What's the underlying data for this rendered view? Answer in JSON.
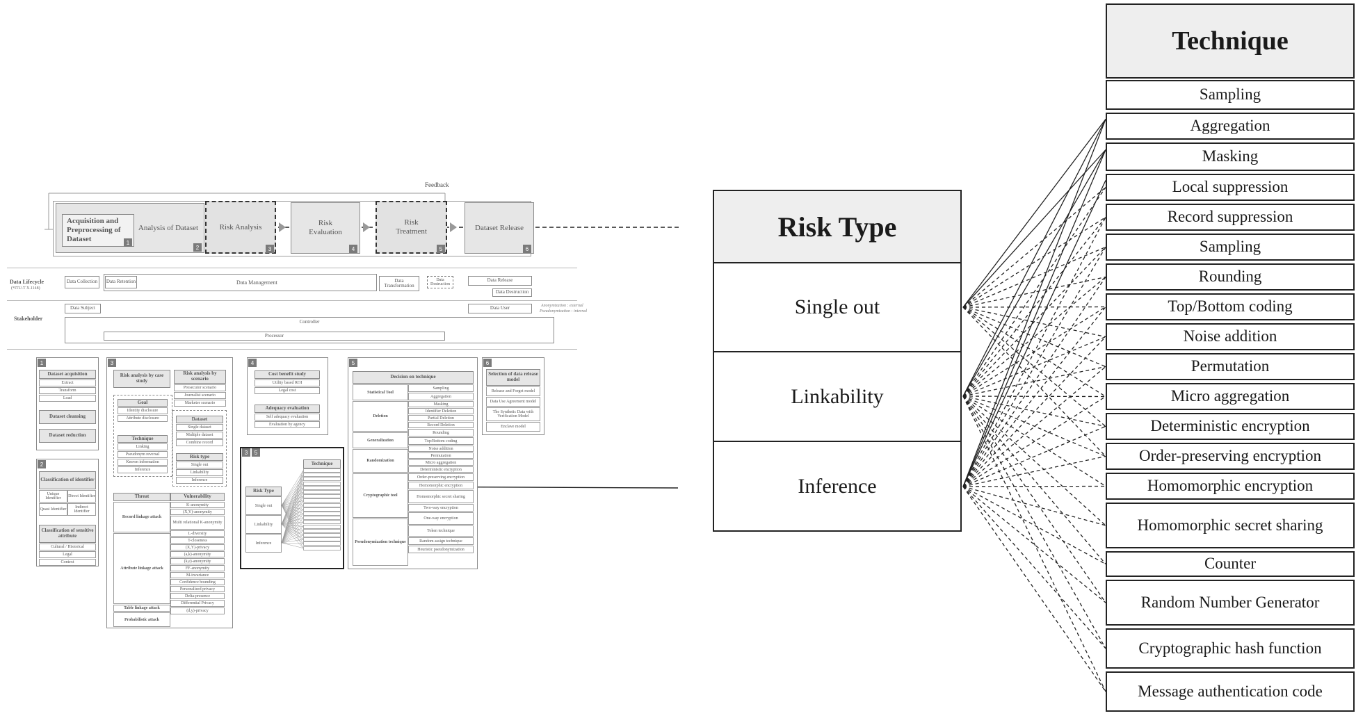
{
  "process": {
    "feedback": "Feedback",
    "steps": [
      {
        "label": "Acquisition and Preprocessing of Dataset",
        "num": "1"
      },
      {
        "label": "Analysis of Dataset",
        "num": "2"
      },
      {
        "label": "Risk Analysis",
        "num": "3"
      },
      {
        "label": "Risk Evaluation",
        "num": "4"
      },
      {
        "label": "Risk Treatment",
        "num": "5"
      },
      {
        "label": "Dataset Release",
        "num": "6"
      }
    ]
  },
  "lifecycle": {
    "label": "Data Lifecycle",
    "sublabel": "(*ITU-T X.1148)",
    "collection": "Data Collection",
    "retention": "Data Retention",
    "management": "Data Management",
    "transformation": "Data Transformation",
    "destruction_dashed": "Data Destruction",
    "release": "Data Release",
    "destruction": "Data Destruction"
  },
  "stakeholder": {
    "label": "Stakeholder",
    "subject": "Data Subject",
    "user": "Data User",
    "note1": "Anonymization : external",
    "note2": "Pseudonymization : internal",
    "controller": "Controller",
    "processor": "Processor"
  },
  "panel1": {
    "num": "1",
    "acq": "Dataset acquisition",
    "items": [
      "Extract",
      "Transform",
      "Load"
    ],
    "cleaning": "Dataset cleansing",
    "reduction": "Dataset reduction"
  },
  "panel2": {
    "num": "2",
    "class_id": "Classification of identifier",
    "ids": [
      "Unique Identifier",
      "Direct Identifier",
      "Quasi Identifier",
      "Indirect Identifier"
    ],
    "class_attr": "Classification of sensitive attribute",
    "attrs": [
      "Cultural / Historical",
      "Legal",
      "Context"
    ]
  },
  "panel3": {
    "num": "3",
    "case": "Risk analysis by case study",
    "scenario": "Risk analysis by scenario",
    "scenarios": [
      "Prosecutor scenario",
      "Journalist scenario",
      "Marketer scenario"
    ],
    "goal": "Goal",
    "goals": [
      "Identity disclosure",
      "Attribute disclosure"
    ],
    "technique": "Technique",
    "techniques": [
      "Linking",
      "Pseudonym reversal",
      "Known information",
      "Inference"
    ],
    "dataset": "Dataset",
    "datasets": [
      "Single dataset",
      "Multiple dataset",
      "Combine record"
    ],
    "risk_type": "Risk type",
    "risk_types": [
      "Single out",
      "Linkability",
      "Inference"
    ],
    "threat": "Threat",
    "vulnerability": "Vulnerability",
    "threats": [
      "Record linkage attack",
      "Attribute linkage attack",
      "Table linkage attack",
      "Probabilistic attack"
    ],
    "vulns": [
      "K-anonymity",
      "(X,Y)-anonymity",
      "Multi relational K-anonymity",
      "L-diversity",
      "T-closeness",
      "(X,Y)-privacy",
      "(a,k)-anonymity",
      "(k,e)-anonymity",
      "FF-anonymity",
      "M-invariance",
      "Confidence bounding",
      "Personalized privacy",
      "Delta-presence",
      "Differential Privacy",
      "(d,y)-privacy"
    ]
  },
  "panel4": {
    "num": "4",
    "cost": "Cost benefit study",
    "costs": [
      "Utility based ROI",
      "Legal cost"
    ],
    "adequacy": "Adequacy evaluation",
    "adequacies": [
      "Self adequacy evaluation",
      "Evaluation by agency"
    ]
  },
  "panel5": {
    "num": "5",
    "decision": "Decision on technique",
    "groups": [
      "Statistical Tool",
      "Deletion",
      "Generalization",
      "Randomization",
      "Cryptographic tool",
      "Pseudonymization technique"
    ],
    "techs": [
      "Sampling",
      "Aggregation",
      "Masking",
      "Identifier Deletion",
      "Partial Deletion",
      "Record Deletion",
      "Rounding",
      "Top/Bottom coding",
      "Noise addition",
      "Permutation",
      "Micro aggregation",
      "Deterministic encryption",
      "Order-preserving encryption",
      "Homomorphic encryption",
      "Homomorphic secret sharing",
      "Two-way encryption",
      "One-way encryption",
      "Token technique",
      "Random assign technique",
      "Heuristic pseudonymization"
    ]
  },
  "panel6": {
    "num": "6",
    "selection": "Selection of data release model",
    "models": [
      "Release and Forget model",
      "Data Use Agreement model",
      "The Synthetic Data with Verification Model",
      "Enclave model"
    ]
  },
  "mini": {
    "nums": [
      "3",
      "5"
    ],
    "risk_type": "Risk Type",
    "risks": [
      "Single out",
      "Linkability",
      "Inference"
    ],
    "technique": "Technique"
  },
  "zoom": {
    "risk_type_header": "Risk Type",
    "risk_types": [
      "Single out",
      "Linkability",
      "Inference"
    ],
    "technique_header": "Technique",
    "techniques": [
      "Sampling",
      "Aggregation",
      "Masking",
      "Local suppression",
      "Record suppression",
      "Sampling",
      "Rounding",
      "Top/Bottom coding",
      "Noise addition",
      "Permutation",
      "Micro aggregation",
      "Deterministic encryption",
      "Order-preserving encryption",
      "Homomorphic encryption",
      "Homomorphic secret sharing",
      "Counter",
      "Random Number Generator",
      "Cryptographic hash function",
      "Message authentication code"
    ]
  },
  "links": {
    "solid": [
      [
        0,
        1
      ],
      [
        0,
        2
      ],
      [
        1,
        1
      ],
      [
        1,
        2
      ],
      [
        2,
        1
      ],
      [
        2,
        2
      ],
      [
        2,
        3
      ]
    ],
    "dashed": [
      [
        0,
        3
      ],
      [
        0,
        4
      ],
      [
        0,
        5
      ],
      [
        0,
        6
      ],
      [
        0,
        7
      ],
      [
        0,
        8
      ],
      [
        0,
        9
      ],
      [
        0,
        10
      ],
      [
        0,
        11
      ],
      [
        0,
        12
      ],
      [
        1,
        3
      ],
      [
        1,
        4
      ],
      [
        1,
        5
      ],
      [
        1,
        6
      ],
      [
        1,
        7
      ],
      [
        1,
        8
      ],
      [
        1,
        9
      ],
      [
        1,
        10
      ],
      [
        1,
        11
      ],
      [
        1,
        12
      ],
      [
        1,
        13
      ],
      [
        1,
        14
      ],
      [
        1,
        15
      ],
      [
        1,
        16
      ],
      [
        2,
        4
      ],
      [
        2,
        5
      ],
      [
        2,
        6
      ],
      [
        2,
        7
      ],
      [
        2,
        8
      ],
      [
        2,
        9
      ],
      [
        2,
        10
      ],
      [
        2,
        11
      ],
      [
        2,
        12
      ],
      [
        2,
        13
      ],
      [
        2,
        14
      ],
      [
        2,
        15
      ],
      [
        2,
        16
      ],
      [
        2,
        17
      ],
      [
        2,
        18
      ],
      [
        1,
        17
      ],
      [
        1,
        18
      ]
    ]
  }
}
